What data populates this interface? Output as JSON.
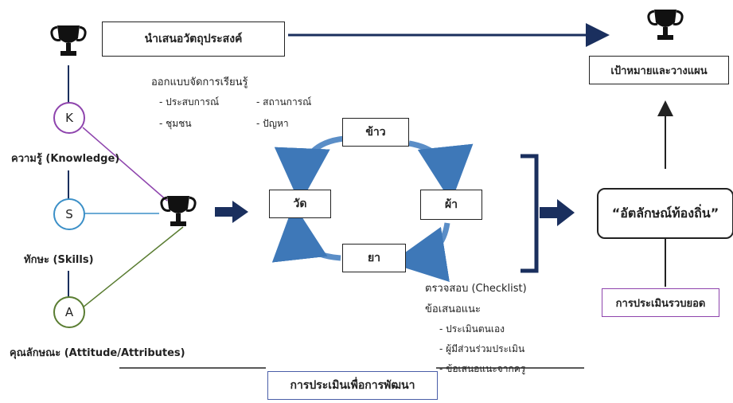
{
  "top_box": "นำเสนอวัตถุประสงค์",
  "design": {
    "heading": "ออกแบบจัดการเรียนรู้",
    "items": [
      "- ประสบการณ์",
      "- สถานการณ์",
      "- ชุมชน",
      "- ปัญหา"
    ]
  },
  "letters": {
    "k": "K",
    "s": "S",
    "a": "A"
  },
  "labels": {
    "knowledge": "ความรู้ (Knowledge)",
    "skills": "ทักษะ (Skills)",
    "attitude": "คุณลักษณะ (Attitude/Attributes)"
  },
  "cycle": {
    "top": "ข้าว",
    "right": "ผ้า",
    "bottom": "ยา",
    "left": "วัด"
  },
  "check": {
    "line1": "ตรวจสอบ (Checklist)",
    "line2": "ข้อเสนอแนะ",
    "items": [
      "- ประเมินตนเอง",
      "- ผู้มีส่วนร่วมประเมิน",
      "- ข้อเสนอแนะจากครู"
    ]
  },
  "goal": "เป้าหมายและวางแผน",
  "identity": "“อัตลักษณ์ท้องถิ่น”",
  "summative": "การประเมินรวบยอด",
  "formative": "การประเมินเพื่อการพัฒนา",
  "colors": {
    "navy": "#1a2f5e",
    "k_purple": "#8e44ad",
    "s_blue": "#3b8fc7",
    "a_green": "#5a7d32",
    "cycle_blue": "#5b8ec7"
  },
  "icons": [
    "trophy-icon",
    "arrow-right-icon",
    "curved-arrow-icon",
    "bracket-icon"
  ]
}
